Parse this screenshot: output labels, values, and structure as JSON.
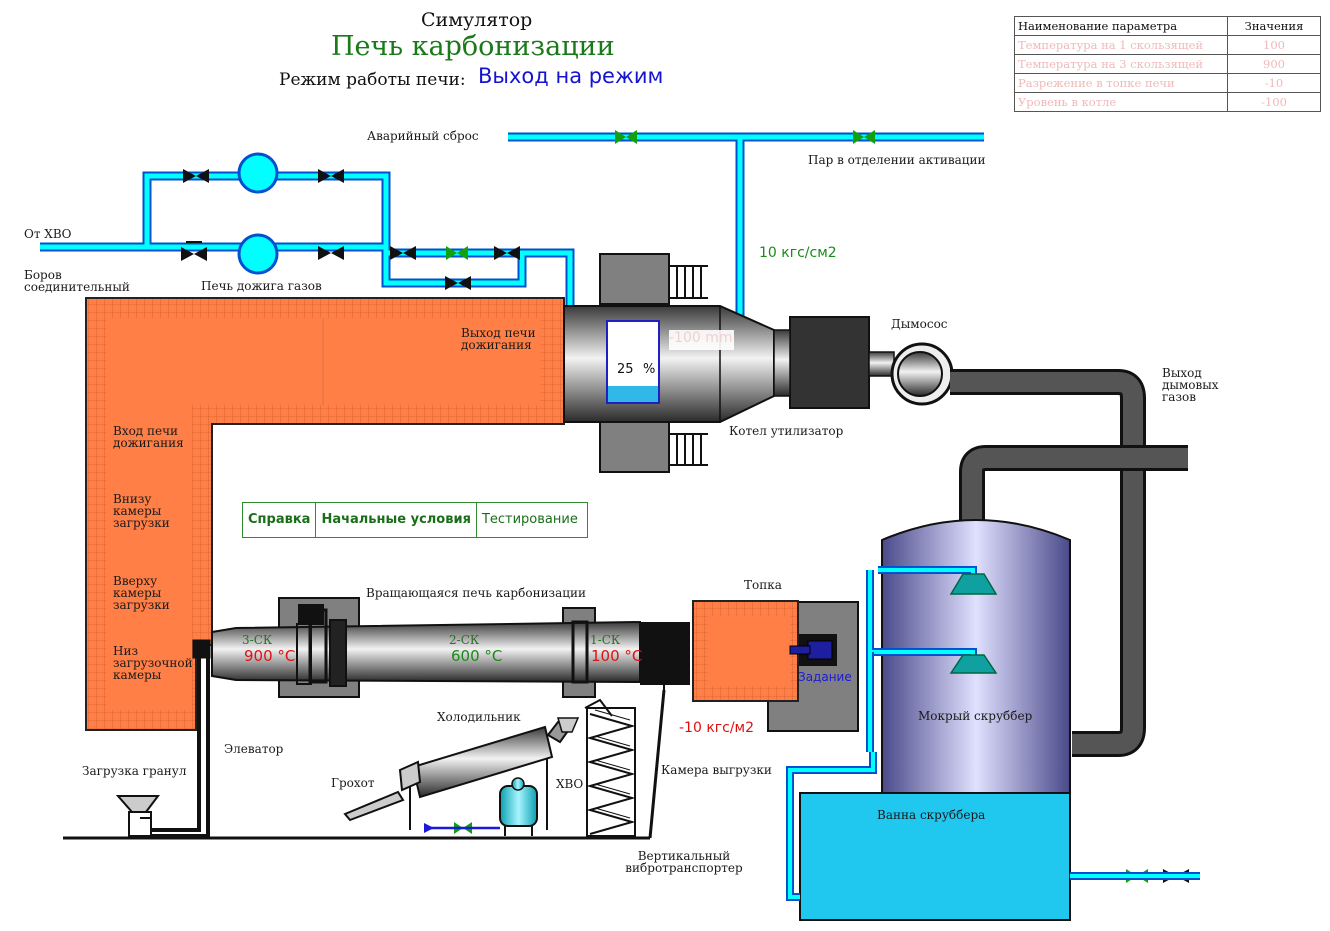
{
  "header": {
    "simulator": "Симулятор",
    "title": "Печь карбонизации",
    "mode_label": "Режим работы печи:",
    "mode_value": "Выход на режим"
  },
  "params_table": {
    "col_name": "Наименование параметра",
    "col_value": "Значения",
    "rows": [
      {
        "name": "Температура на 1 скользящей",
        "value": "100"
      },
      {
        "name": "Температура на 3 скользящей",
        "value": "900"
      },
      {
        "name": "Разрежение в топке печи",
        "value": "-10"
      },
      {
        "name": "Уровень в котле",
        "value": "-100"
      }
    ]
  },
  "menu": {
    "help": "Справка",
    "initial": "Начальные условия",
    "testing": "Тестирование"
  },
  "labels": {
    "emergency": "Аварийный сброс",
    "steam_activation": "Пар в отделении активации",
    "from_hvo": "От ХВО",
    "borov": "Боров соединительный",
    "afterburner": "Печь дожига газов",
    "afterburner_exit": "Выход печи дожигания",
    "afterburner_entry": "Вход печи дожигания",
    "load_bottom": "Внизу камеры загрузки",
    "load_top": "Вверху камеры загрузки",
    "load_lowest": "Низ загрузочной камеры",
    "smoke_exhauster": "Дымосос",
    "flue_gas_out": "Выход дымовых газов",
    "waste_heat_boiler": "Котел утилизатор",
    "pressure": "10 кгс/см2",
    "rotary_kiln": "Вращающаяся печь карбонизации",
    "furnace": "Топка",
    "setpoint": "Задание",
    "vacuum": "-10 кгс/м2",
    "wet_scrubber": "Мокрый скруббер",
    "scrubber_bath": "Ванна скруббера",
    "elevator": "Элеватор",
    "granule_loading": "Загрузка гранул",
    "cooler": "Холодильник",
    "screen": "Грохот",
    "hvo": "ХВО",
    "discharge_chamber": "Камера выгрузки",
    "vibro_transporter": "Вертикальный вибротранспортер",
    "boiler_level_hidden": "-100 mm"
  },
  "kiln": {
    "sk3": "3-СК",
    "sk3_temp": "900 °C",
    "sk2": "2-СК",
    "sk2_temp": "600 °C",
    "sk1": "1-СК",
    "sk1_temp": "100 °C"
  },
  "boiler_level": {
    "value": "25",
    "unit": "%",
    "fraction": 0.2
  },
  "colors": {
    "pipe": "#00ffff",
    "pipe_border": "#0060e0",
    "brick": "#ff7f47",
    "steel_dark": "#1e1e1e",
    "title_green": "#1a7a1a",
    "mode_blue": "#1414d0",
    "temp_red": "#e01010",
    "temp_green": "#1a8a1a",
    "scrubber": "#8f8fd8",
    "bath": "#20c8f0"
  }
}
